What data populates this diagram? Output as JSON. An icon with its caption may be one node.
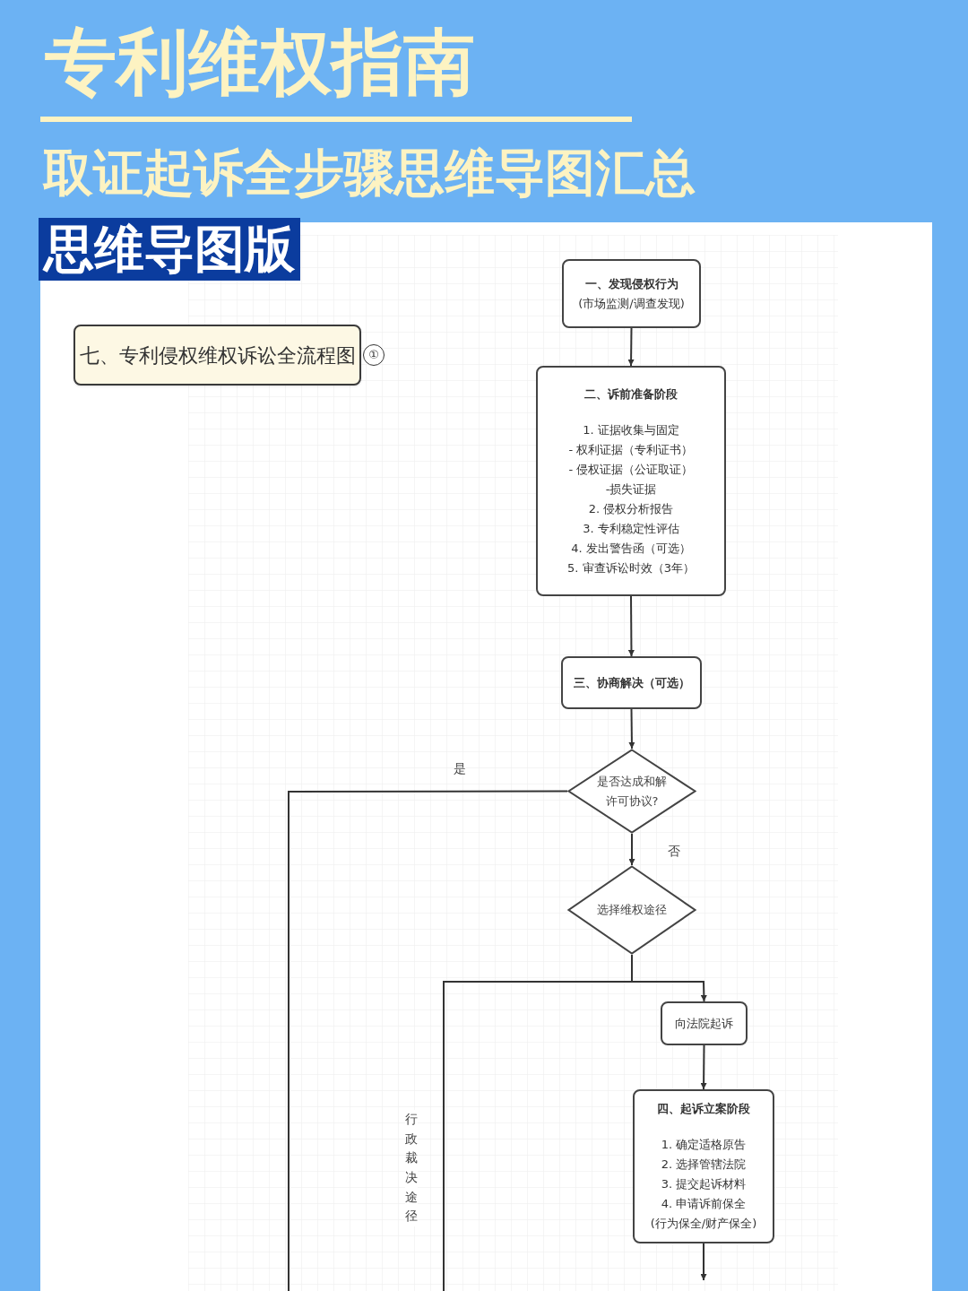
{
  "diagram": {
    "title": "专利维权指南",
    "nodes": [
      {
        "text": [
          "一、发现侵权行为",
          "(市场监测/调查发现)"
        ]
      },
      {
        "text": [
          "二、诉前准备阶段",
          "1. 证据收集与固定",
          "- 权利证据（专利证书）",
          "- 侵权证据（公证取证）",
          "-损失证据",
          "2. 侵权分析报告",
          "3. 专利稳定性评估",
          "4. 发出警告函（可选）",
          "5. 审查诉讼时效（3年）"
        ]
      },
      {
        "text": [
          "三、协商解决（可选）"
        ]
      },
      {
        "text": [
          "是否达成和解许可协议?"
        ]
      },
      {
        "text": [
          "选择维权途径"
        ]
      },
      {
        "text": [
          "向法院起诉"
        ]
      },
      {
        "text": [
          "四、起诉立案阶段",
          "1. 确定适格原告",
          "2. 选择管辖法院",
          "3. 提交起诉材料",
          "4. 申请诉前保全",
          "(行为保全/财产保全)"
        ]
      },
      {
        "text": [
          "七、专利侵权维权诉讼全流程图"
        ],
        "beside": [
          "①"
        ]
      }
    ],
    "edges": [
      {
        "from": 0,
        "to": 1,
        "arrow": "to"
      },
      {
        "from": 1,
        "to": 2,
        "arrow": "to"
      },
      {
        "from": 2,
        "to": 3,
        "arrow": "to"
      },
      {
        "from": 3,
        "to": 4,
        "arrow": "to",
        "label": "否"
      },
      {
        "from": 3,
        "to": null,
        "arrow": "none",
        "label": "是"
      },
      {
        "from": 4,
        "to": 5,
        "arrow": "to"
      },
      {
        "from": 4,
        "to": null,
        "arrow": "none",
        "label": "行政裁决途径"
      },
      {
        "from": 5,
        "to": 6,
        "arrow": "to"
      },
      {
        "from": 6,
        "to": null,
        "arrow": "to"
      }
    ],
    "labels": [
      "取证起诉全步骤思维导图汇总",
      "思维导图版"
    ]
  }
}
